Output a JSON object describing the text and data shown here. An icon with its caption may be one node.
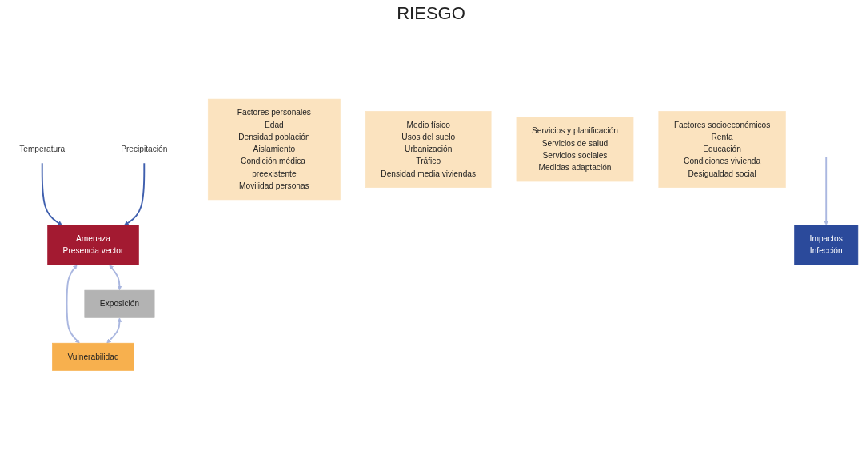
{
  "diagram": {
    "nodes": [
      {
        "text": [
          "Temperatura"
        ]
      },
      {
        "text": [
          "Precipitación"
        ]
      },
      {
        "text": [
          "Amenaza",
          "Presencia vector"
        ]
      },
      {
        "text": [
          "Exposición"
        ]
      },
      {
        "text": [
          "Vulnerabilidad"
        ]
      },
      {
        "text": [
          "Impactos",
          "Infección"
        ]
      },
      {
        "text": [
          "Factores personales",
          "Edad",
          "Densidad población",
          "Aislamiento",
          "Condición médica preexistente",
          "Movilidad personas"
        ]
      },
      {
        "text": [
          "Medio físico",
          "Usos del suelo",
          "Urbanización",
          "Tráfico",
          "Densidad media viviendas"
        ]
      },
      {
        "text": [
          "Servicios y planificación",
          "Servicios de salud",
          "Servicios sociales",
          "Medidas adaptación"
        ]
      },
      {
        "text": [
          "Factores socioeconómicos",
          "Renta",
          "Educación",
          "Condiciones vivienda",
          "Desigualdad social"
        ]
      }
    ],
    "edges": [
      {
        "from": 0,
        "to": 2,
        "arrow": "to",
        "color": "#3f5fae"
      },
      {
        "from": 1,
        "to": 2,
        "arrow": "to",
        "color": "#3f5fae"
      },
      {
        "from": 2,
        "to": 3,
        "arrow": "both"
      },
      {
        "from": 2,
        "to": 4,
        "arrow": "both"
      },
      {
        "from": 3,
        "to": 4,
        "arrow": "both"
      },
      {
        "from": null,
        "to": 5,
        "arrow": "to"
      }
    ],
    "labels": [
      "RIESGO"
    ]
  }
}
